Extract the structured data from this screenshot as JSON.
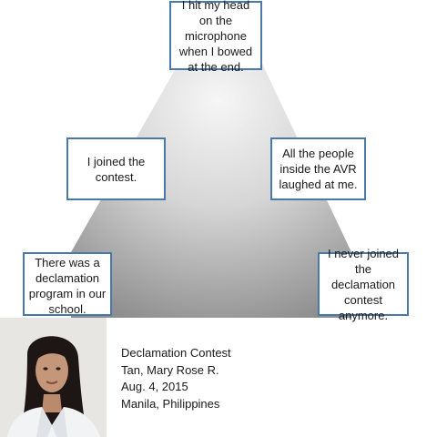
{
  "diagram": {
    "nodes": {
      "exposition": "There was a declamation program in our school.",
      "rising_action": "I joined the contest.",
      "climax": "I hit my head on the microphone when I bowed at the end.",
      "falling_action": "All the people inside the AVR laughed at me.",
      "resolution": "I never joined the declamation contest anymore."
    }
  },
  "info": {
    "title": "Declamation Contest",
    "author": "Tan, Mary Rose R.",
    "date": "Aug. 4, 2015",
    "location": "Manila, Philippines"
  },
  "colors": {
    "box_border": "#4a78a8",
    "mountain_light": "#f4f4f4",
    "mountain_dark": "#909090"
  }
}
